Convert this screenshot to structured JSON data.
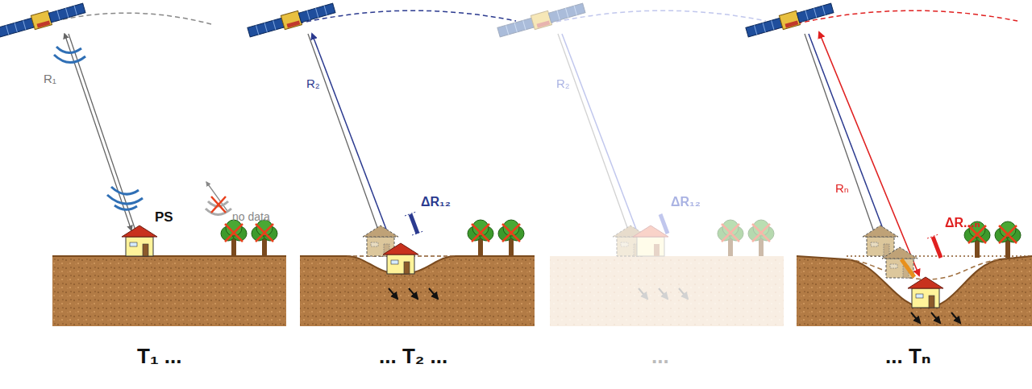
{
  "diagram": {
    "labels": [
      "R₁",
      "PS",
      "no data",
      "R₂",
      "ΔR₁₂",
      "R₂",
      "ΔR₁₂",
      "Rₙ",
      "ΔR...ₙ",
      "T₁ ...",
      "... T₂ ...",
      "...",
      "... Tₙ"
    ]
  }
}
